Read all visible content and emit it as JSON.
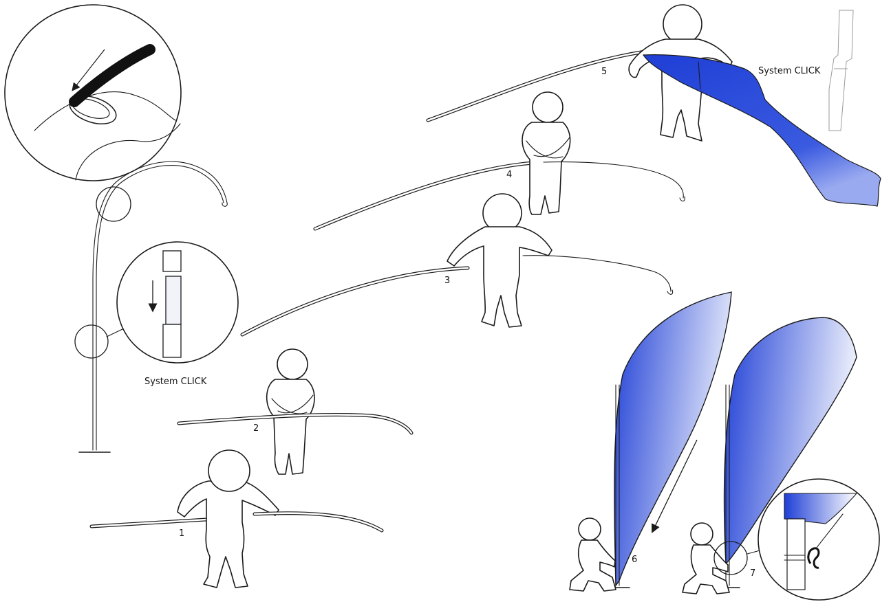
{
  "steps": {
    "s1": "1",
    "s2": "2",
    "s3": "3",
    "s4": "4",
    "s5": "5",
    "s6": "6",
    "s7": "7"
  },
  "captions": {
    "system_click_left": "System CLICK",
    "system_click_top": "System CLICK"
  },
  "colors": {
    "flag_dark": "#1f3fd6",
    "flag_light": "#e8ecfb",
    "ink": "#1a1a1a"
  }
}
